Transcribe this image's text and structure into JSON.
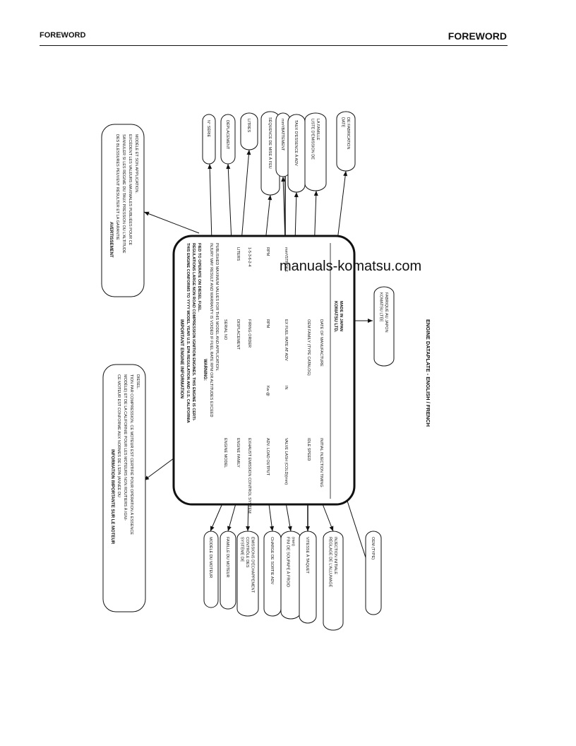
{
  "header": {
    "left": "FOREWORD",
    "right": "FOREWORD"
  },
  "watermark": "manuals-komatsu.com",
  "caption": "ENGINE DATAPLATE - ENGLISH / FRENCH",
  "plate": {
    "title": "IMPORTANT ENGINE INFORMATION",
    "intro": [
      "THIS ENGINE CONFORMS TO YYYY MODEL YEAR U.S. EPA REGULATION AND U.S. CALIFORNIA",
      "REGULATIONS LARGE NON ROAD COMPRESSION IGNITION ENGINES. THIS ENGINE IS CERTI-",
      "FIED TO OPERATE ON DIESEL FUEL."
    ],
    "warning_title": "WARNING:",
    "warning": [
      "INJURY MAY RESULT AND WARRANTY IS VOIDED IF FUEL RATE RPM OR ALTITUDES EXCEED",
      "PUBLISHED MAXIMUM VALUES FOR THIS MODEL AND APPLICATION."
    ],
    "rows": [
      {
        "label": "ENGINE MODEL",
        "mid": "",
        "right_label": "SERIAL NO",
        "right_value": ""
      },
      {
        "label": "ENGINE FAMILY",
        "mid": "",
        "right_label": "DISPLACEMENT",
        "right_value": "LITERS"
      },
      {
        "label": "EXHAUST EMISSION CONTROL SYSTEM",
        "mid": "",
        "right_label": "FIRING ORDER",
        "right_value": "1-5-3-6-2-4"
      },
      {
        "label": "ADV. LOAD OUTPUT",
        "mid": "Kw @",
        "right_label": "RPM",
        "right_value": "RPM"
      },
      {
        "label": "VALVE LASH (COLD)(mm)",
        "mid": "IN",
        "right_label": "EX  FUEL RATE AT ADV",
        "right_value": "mm³/STROKE"
      },
      {
        "label": "IDLE SPEED",
        "mid": "",
        "right_label": "OEM FAMILY (TYPE CATALOG)",
        "right_value": ""
      },
      {
        "label": "INITIAL INJECTION TIMING",
        "mid": "",
        "right_label": "DATE OF MANUFACTURE",
        "right_value": ""
      }
    ],
    "maker": "KOMATSU LTD.",
    "made_in": "MADE IN JAPAN"
  },
  "french_top_left": {
    "title": "AVERTISSEMENT",
    "lines": [
      "DES BLESSURES PEUVENT RÉSULTER ET LA GARANTIE",
      "SANNULER SI LES RÉGIME DU TAUX PRESSION OU L'ALTITUDE",
      "EXCÈDENT LES VALEURS MAXIMALES PUBLIÉES POUR CE",
      "MODÈLE ET SON APPLICATION."
    ]
  },
  "french_bottom_left": {
    "title": "INFORMATION IMPORTANTE SUR LE MOTEUR",
    "lines": [
      "CE MOTEUR EST CONFORME AUX NORMES DE L'EPA (ANNÉE DU",
      "MODÈLE) ET DE LA CALIFORNIE POUR LES MOTEURS NON ROUTIERS À IGNI-",
      "TION PAR COMPRESSION. CE MOTEUR EST CERTIFIÉ POUR OPÉRATION À ESSENCE",
      "DIESEL."
    ]
  },
  "top_callouts": [
    {
      "id": "serie",
      "lines": [
        "N° SÉRIE"
      ]
    },
    {
      "id": "deplacement",
      "lines": [
        "DÉPLACEMENT"
      ]
    },
    {
      "id": "litres",
      "lines": [
        "LITRES"
      ]
    },
    {
      "id": "sequence",
      "lines": [
        "SÉQUENCE DE MISE À FEU"
      ]
    },
    {
      "id": "mm-battement",
      "lines": [
        "mm³/BATTEMENT"
      ]
    },
    {
      "id": "taux",
      "lines": [
        "TAUX D'ESSENCE À ADV"
      ]
    },
    {
      "id": "famille",
      "lines": [
        "LISTE D'ÉMISSION DE",
        "LA FAMILLE"
      ]
    },
    {
      "id": "date",
      "lines": [
        "DATE",
        "DE FABRICATION"
      ]
    }
  ],
  "right_callout": {
    "lines": [
      "KOMATSU LTÉE",
      "FABRIQUÉ AU JAPON"
    ]
  },
  "bottom_callouts": [
    {
      "id": "modele",
      "lines": [
        "MODÈLE DU MOTEUR"
      ]
    },
    {
      "id": "famille-moteur",
      "lines": [
        "FAMILLE DU MOTEUR"
      ]
    },
    {
      "id": "systeme",
      "lines": [
        "SYSTÈME DE",
        "CONTRÔLE DES",
        "ÉMISSIONS D'ÉCHAPPEMENT"
      ]
    },
    {
      "id": "charge",
      "lines": [
        "CHARGE DE SORTIE ADV"
      ]
    },
    {
      "id": "fini",
      "lines": [
        "FINI DE SOUPAPE À FROID",
        "(mm)"
      ]
    },
    {
      "id": "vitesse",
      "lines": [
        "VITESSE À TAQUET"
      ]
    },
    {
      "id": "reglage",
      "lines": [
        "RÉGLAGE DE L'ALLUMAGE",
        "INJECTION INITIALE"
      ]
    },
    {
      "id": "oem",
      "lines": [
        "OEM (TYPE)"
      ]
    }
  ]
}
